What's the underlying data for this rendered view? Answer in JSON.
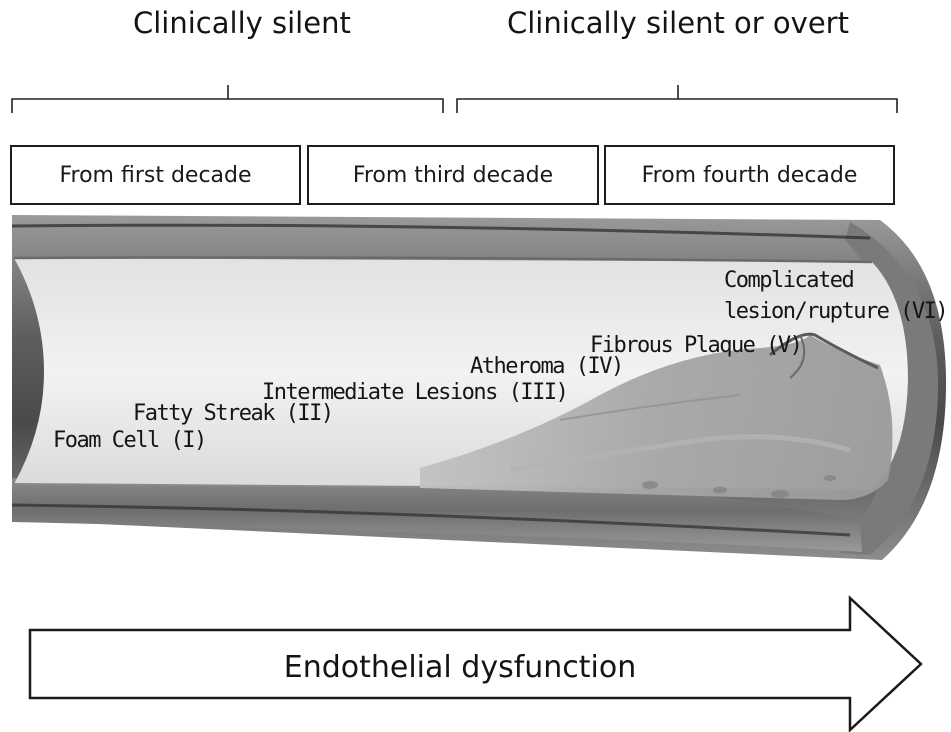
{
  "phases": {
    "silent": "Clinically silent",
    "silent_or_overt": "Clinically silent or overt"
  },
  "decades": {
    "first": "From first decade",
    "third": "From third decade",
    "fourth": "From fourth decade"
  },
  "stages": {
    "foam_cell": "Foam Cell (I)",
    "fatty_streak": "Fatty Streak (II)",
    "intermediate": "Intermediate Lesions (III)",
    "atheroma": "Atheroma (IV)",
    "fibrous_plaque": "Fibrous Plaque (V)",
    "complicated_line1": "Complicated",
    "complicated_line2": "lesion/rupture (VI)"
  },
  "arrow": {
    "label": "Endothelial dysfunction"
  }
}
